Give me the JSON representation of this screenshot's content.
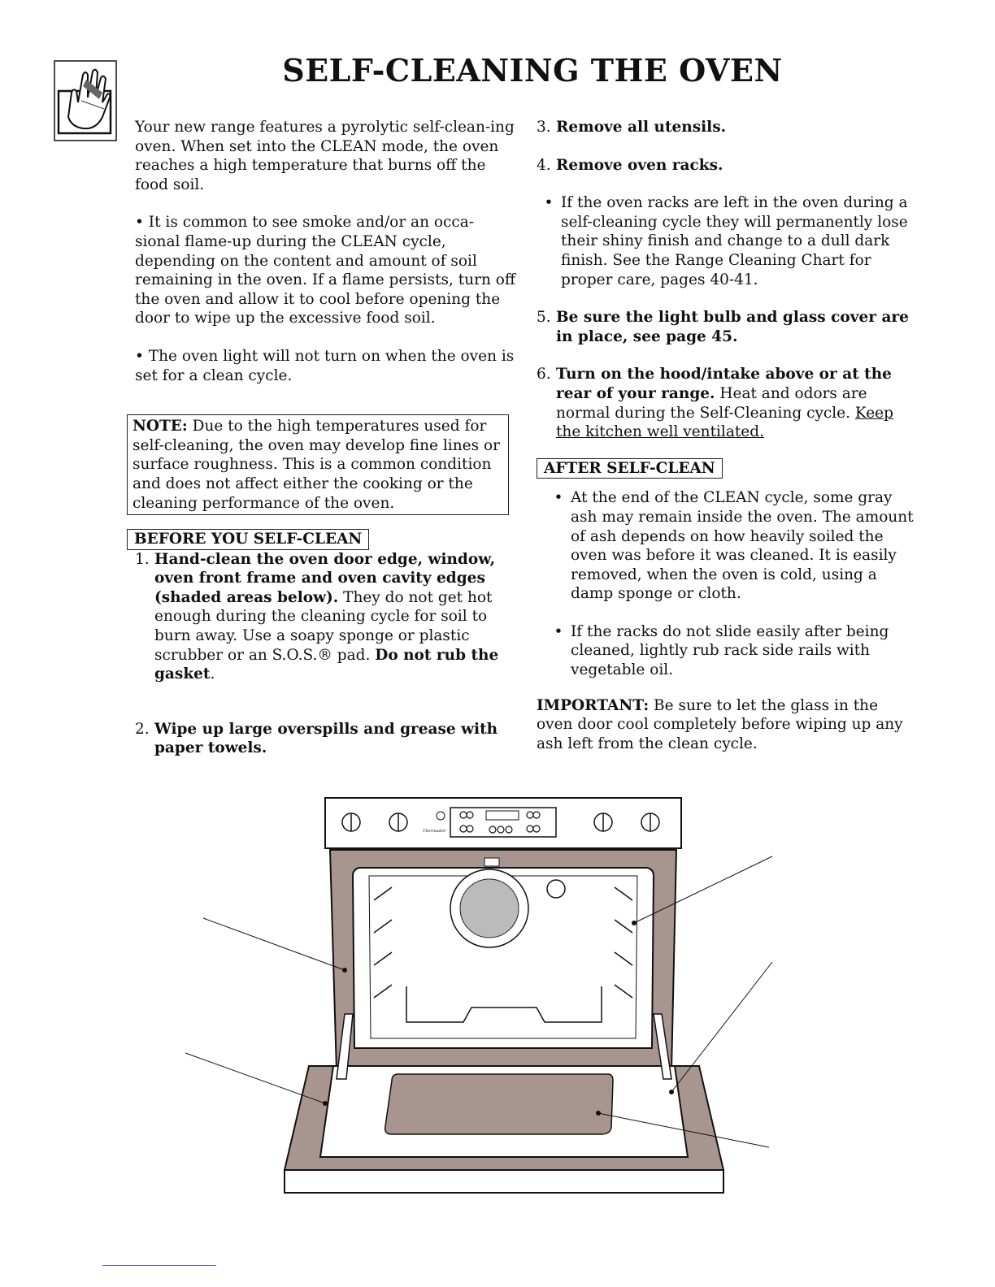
{
  "title": "SELF-CLEANING THE OVEN",
  "left": {
    "intro": "Your new range features a pyrolytic self-clean-ing oven.  When set into the CLEAN mode, the oven reaches a high temperature that burns off the food soil.",
    "bullet1": "• It is common to see smoke and/or an occa-sional flame-up during the CLEAN cycle, depending on the content and amount of soil remaining in the oven.  If a flame persists, turn off the oven and allow it to cool before opening the door to wipe up the excessive food soil.",
    "bullet2": "• The oven light will not turn on when the oven is set for a clean cycle.",
    "note_label": "NOTE:",
    "note_text": " Due to the high temperatures used for self-cleaning, the oven may develop fine lines or surface roughness.  This is a common condition and does not affect either the cooking or the cleaning performance of the oven.",
    "before_header": "BEFORE YOU SELF-CLEAN",
    "step1_num": "1.",
    "step1_bold": "Hand-clean the oven door edge, window, oven front frame and oven cavity edges (shaded areas below).",
    "step1_text": " They do not get hot enough during the cleaning cycle for soil to burn away.  Use a soapy sponge or plastic scrubber or an S.O.S.® pad.  ",
    "step1_bold2": "Do not rub the gasket",
    "step1_end": ".",
    "step2_num": "2.",
    "step2_bold": "Wipe up large overspills and grease with paper towels."
  },
  "right": {
    "step3_num": "3.",
    "step3_bold": "Remove all utensils.",
    "step4_num": "4.",
    "step4_bold": "Remove oven racks.",
    "step4_bullet_sym": "•",
    "step4_bullet": "If the oven racks are left in the oven during a self-cleaning cycle they will permanently lose their shiny finish and change to a dull dark finish.  See the Range Cleaning Chart for proper care, pages 40-41.",
    "step5_num": "5.",
    "step5_bold": "Be sure the light bulb and glass cover are in place, see page 45.",
    "step6_num": "6.",
    "step6_bold": "Turn on the hood/intake above or at the rear of your range.",
    "step6_text": "  Heat and odors are normal during the Self-Cleaning cycle.  ",
    "step6_underline": "Keep the kitchen well ventilated.",
    "after_header": "AFTER SELF-CLEAN",
    "after_bullet_sym": "•",
    "after_bullet1": "At the end  of the CLEAN cycle, some gray ash may remain inside the oven.  The amount of ash depends on how heavily soiled the oven was before it was cleaned. It is easily removed, when the oven is cold, using a damp sponge or cloth.",
    "after_bullet2": "If the racks do not slide easily after being cleaned, lightly rub rack side rails with vegetable oil.",
    "important_label": "IMPORTANT:",
    "important_text": "  Be sure to let the glass in the oven door cool completely before wiping up any ash left from the clean cycle."
  },
  "diagram": {
    "brand": "Thermador",
    "shade_color": "#a8958f"
  }
}
